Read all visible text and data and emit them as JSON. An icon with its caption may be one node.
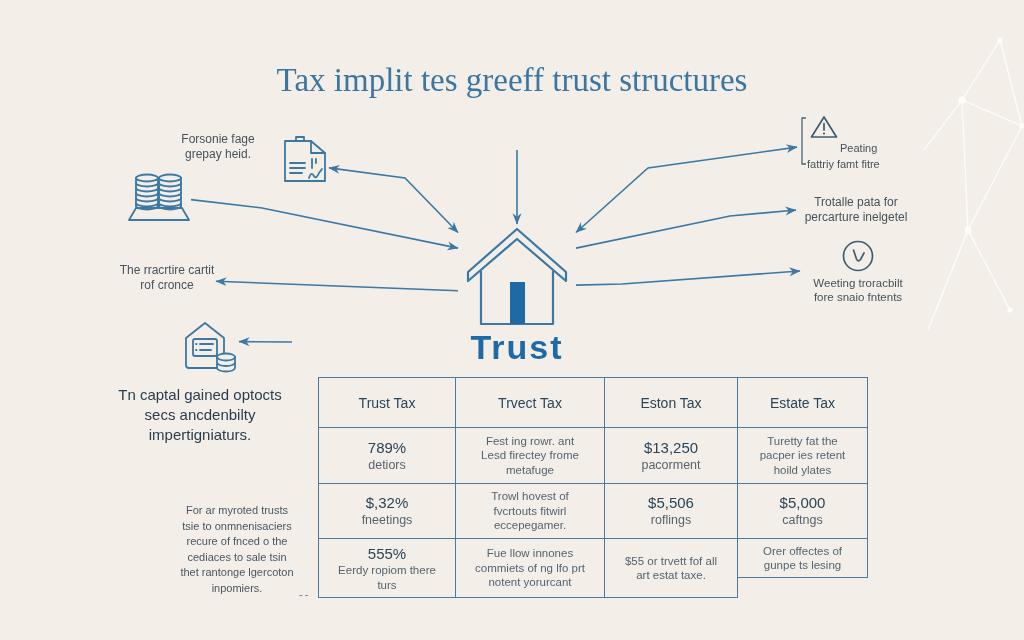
{
  "diagram": {
    "title": "Tax implit tes greeff trust structures",
    "nodes": [
      {
        "text": [],
        "shape": "picture"
      },
      {
        "text": [
          "Peating fattriy famt fitre"
        ]
      },
      {
        "text": [],
        "shape": "picture"
      },
      {
        "text": [
          "Trotalle pata for percarture inelgetel"
        ]
      },
      {
        "text": [
          "Trust"
        ]
      },
      {
        "text": [
          "The rracrtire cartit rof cronce"
        ]
      },
      {
        "text": [
          "Weeting troracbilt fore snaio fntents"
        ]
      },
      {
        "text": [],
        "shape": "picture",
        "beside": [
          "Tn captal gained optocts secs ancdenbilty impertigniaturs."
        ]
      }
    ],
    "edges": [
      {
        "from": 2,
        "to": 4,
        "arrow": "to"
      },
      {
        "from": 4,
        "to": 0,
        "arrow": "both"
      },
      {
        "from": null,
        "to": 4,
        "arrow": "to"
      },
      {
        "from": 4,
        "to": 1,
        "arrow": "both"
      },
      {
        "from": 4,
        "to": 3,
        "arrow": "to"
      },
      {
        "from": 4,
        "to": 6,
        "arrow": "to"
      },
      {
        "from": 4,
        "to": 5,
        "arrow": "to"
      },
      {
        "from": null,
        "to": 7,
        "arrow": "to"
      }
    ],
    "labels": [
      "Forsonie fage grepay heid.",
      "Trust Tax",
      "Trvect Tax",
      "Eston Tax",
      "Estate Tax",
      "789%",
      "detiors",
      "Fest ing rowr. ant Lesd firectey frome metafuge",
      "$13,250",
      "pacorment",
      "Turetty fat the pacper ies retent hoild ylates",
      "$,32%",
      "fneetings",
      "Trowl hovest of fvcrtouts fitwirl eccepegamer.",
      "$5,506",
      "roflings",
      "$5,000",
      "caftngs",
      "555%",
      "Eerdy ropiom there turs",
      "Fue llow innones commiets of ng lfo prt notent yorurcant",
      "$55 or trvett fof all art estat taxe.",
      "Orer offectes of gunpe ts lesing",
      "For ar myroted trusts tsie to onmnenisaciers recure of fnced o the cediaces to sale tsin thet rantonge lgercoton inpomiers.",
      "--"
    ]
  }
}
